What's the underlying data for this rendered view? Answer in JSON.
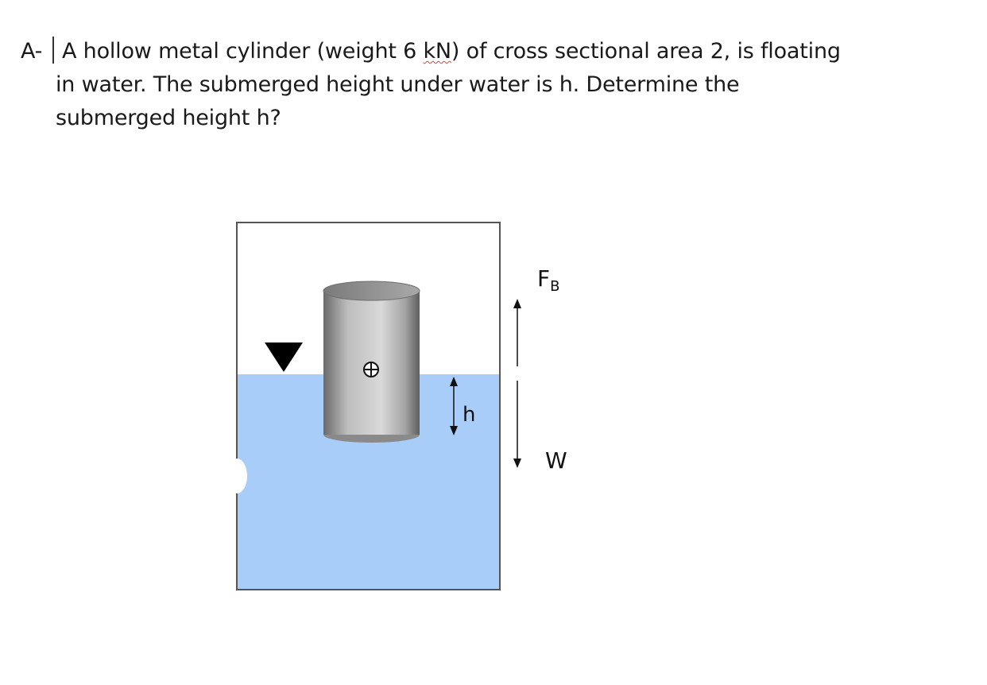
{
  "question": {
    "label": "A-",
    "line1_prefix": "A hollow metal cylinder (weight 6 ",
    "line1_unit": "kN",
    "line1_suffix": ") of cross sectional area 2, is floating",
    "line2": "in water. The submerged height under water is h. Determine the",
    "line3": "submerged height h?"
  },
  "figure": {
    "height_label": "h",
    "buoyancy_label_main": "F",
    "buoyancy_label_sub": "B",
    "weight_label": "W",
    "colors": {
      "water": "#a9cdf9",
      "tank_border": "#555555",
      "cylinder_dark": "#555555",
      "cylinder_light": "#e6e6e6"
    }
  }
}
